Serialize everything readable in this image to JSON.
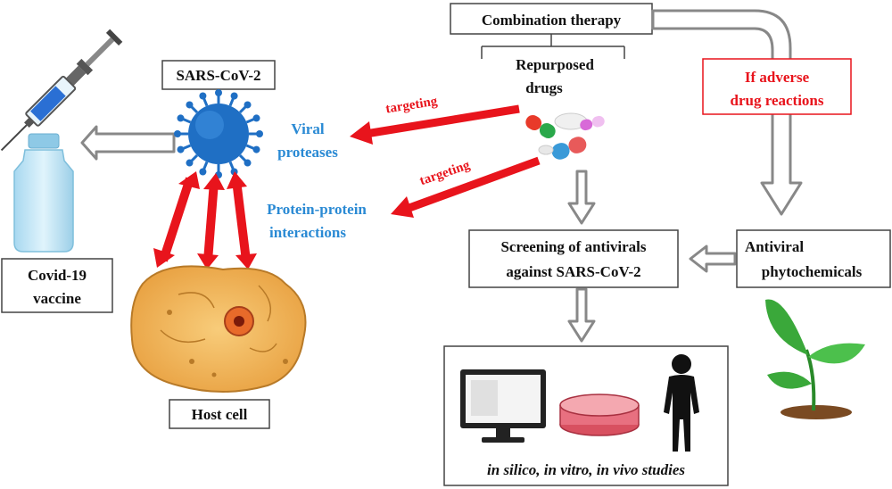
{
  "boxes": {
    "combination_therapy": "Combination therapy",
    "repurposed_drugs_line1": "Repurposed",
    "repurposed_drugs_line2": "drugs",
    "sars_cov2": "SARS-CoV-2",
    "covid_vaccine_line1": "Covid-19",
    "covid_vaccine_line2": "vaccine",
    "host_cell": "Host cell",
    "adverse_line1": "If adverse",
    "adverse_line2": "drug reactions",
    "screening_line1": "Screening of antivirals",
    "screening_line2": "against SARS-CoV-2",
    "phyto_line1": "Antiviral",
    "phyto_line2": "phytochemicals",
    "studies": "in silico, in vitro, in vivo studies"
  },
  "labels": {
    "viral_proteases_line1": "Viral",
    "viral_proteases_line2": "proteases",
    "ppi_line1": "Protein-protein",
    "ppi_line2": "interactions",
    "targeting_1": "targeting",
    "targeting_2": "targeting"
  },
  "colors": {
    "red_arrow": "#e8141c",
    "blue_label": "#2a8ad4",
    "virus_blue": "#1f6fc4",
    "cell_fill": "#f2b45a",
    "plant_green": "#3aa83a",
    "adverse_border": "#e8141c"
  },
  "icons": [
    "syringe-icon",
    "vaccine-vial-icon",
    "virus-icon",
    "host-cell-icon",
    "pills-icon",
    "computer-monitor-icon",
    "petri-dish-icon",
    "human-silhouette-icon",
    "plant-seedling-icon"
  ]
}
